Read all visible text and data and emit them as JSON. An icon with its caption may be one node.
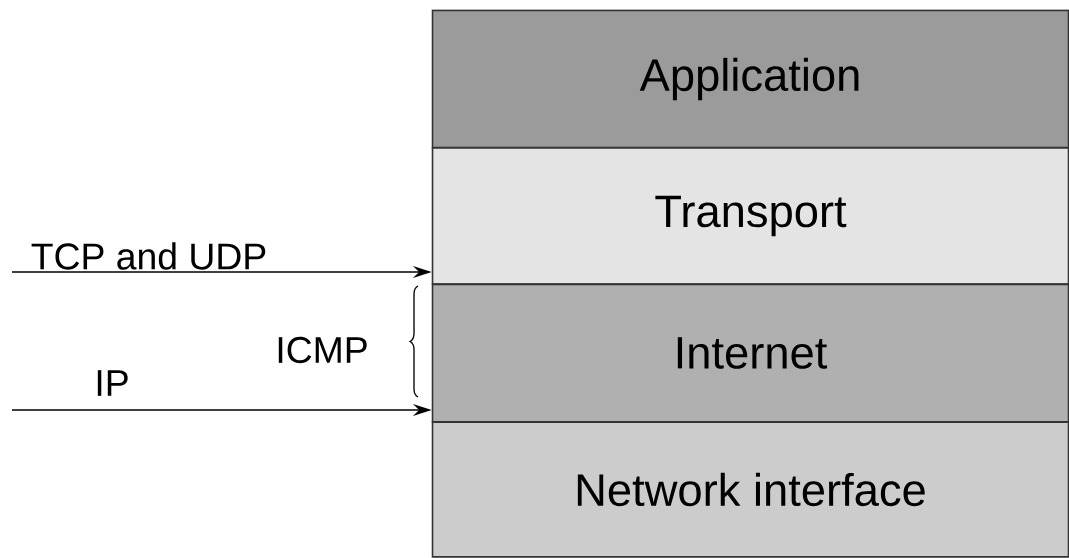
{
  "diagram": {
    "nodes": [
      {
        "text": [
          "Application"
        ]
      },
      {
        "text": [
          "Transport"
        ]
      },
      {
        "text": [
          "Internet"
        ]
      },
      {
        "text": [
          "Network interface"
        ]
      }
    ],
    "edges": [
      {
        "from": null,
        "to": 1,
        "arrow": "to",
        "label": "TCP and UDP"
      },
      {
        "from": null,
        "to": 2,
        "arrow": "to",
        "label": "IP"
      }
    ],
    "labels": [
      "ICMP"
    ]
  }
}
